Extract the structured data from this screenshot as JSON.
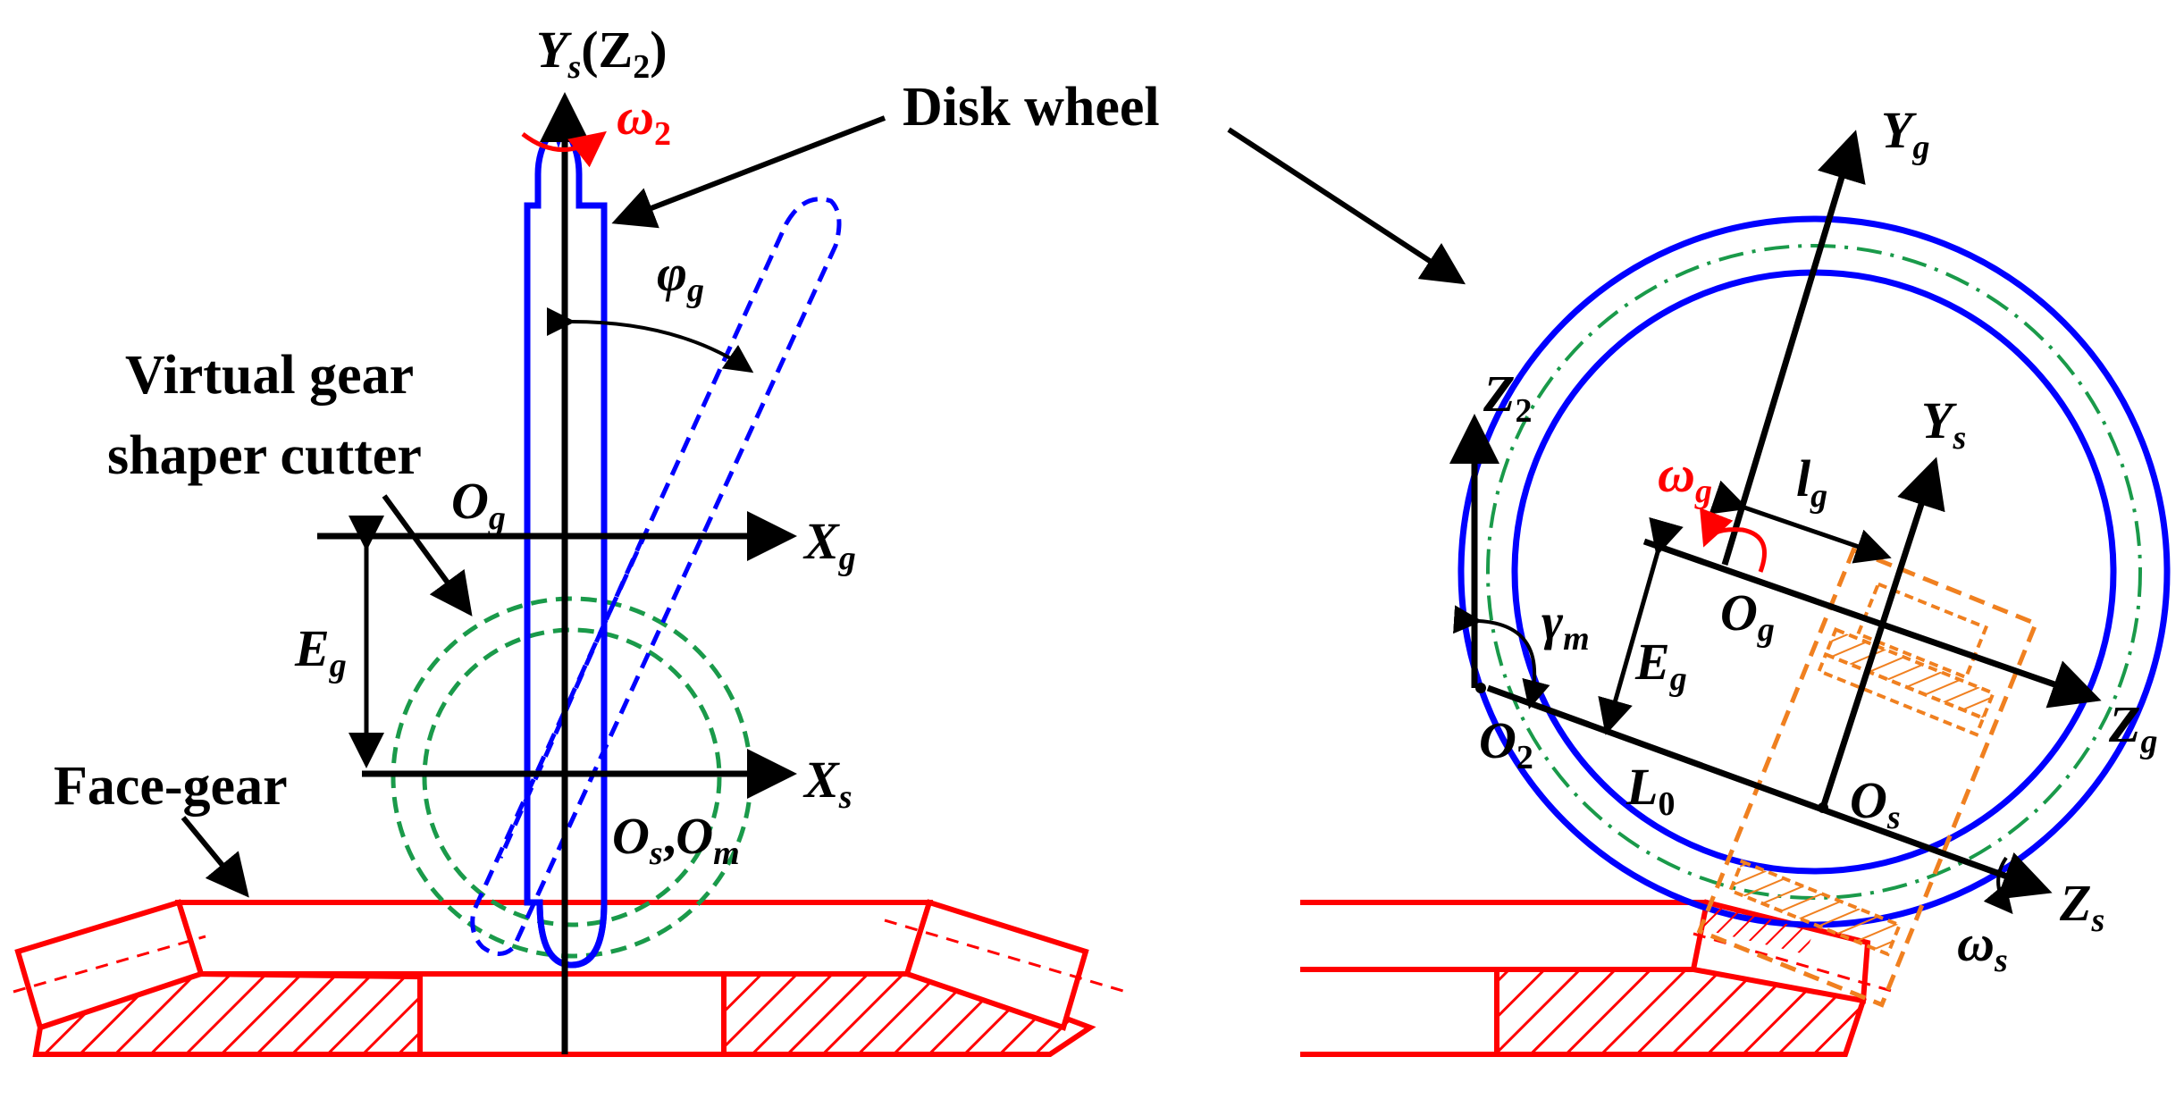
{
  "colors": {
    "blue": "#0000ff",
    "red": "#ff0000",
    "green": "#1a9a4a",
    "orange": "#f08020",
    "black": "#000000"
  },
  "title_label": "Disk wheel",
  "left_labels": {
    "virtual_cutter_line1": "Virtual gear",
    "virtual_cutter_line2": "shaper cutter",
    "face_gear": "Face-gear",
    "ys_main": "Y",
    "ys_sub": "s",
    "ys_paren": "(Z",
    "ys_paren_sub": "2",
    "ys_close": ")",
    "omega2_main": "ω",
    "omega2_sub": "2",
    "phig_main": "φ",
    "phig_sub": "g",
    "og_main": "O",
    "og_sub": "g",
    "xg_main": "X",
    "xg_sub": "g",
    "eg_main": "E",
    "eg_sub": "g",
    "xs_main": "X",
    "xs_sub": "s",
    "osom_a": "O",
    "osom_a_sub": "s",
    "osom_comma": ",",
    "osom_b": "O",
    "osom_b_sub": "m"
  },
  "right_labels": {
    "yg_main": "Y",
    "yg_sub": "g",
    "ys_main": "Y",
    "ys_sub": "s",
    "z2_main": "Z",
    "z2_sub": "2",
    "omegag_main": "ω",
    "omegag_sub": "g",
    "lg_main": "l",
    "lg_sub": "g",
    "og_main": "O",
    "og_sub": "g",
    "gamma_main": "γ",
    "gamma_sub": "m",
    "eg_main": "E",
    "eg_sub": "g",
    "zg_main": "Z",
    "zg_sub": "g",
    "o2_main": "O",
    "o2_sub": "2",
    "l0_main": "L",
    "l0_sub": "0",
    "os_main": "O",
    "os_sub": "s",
    "zs_main": "Z",
    "zs_sub": "s",
    "omegas_main": "ω",
    "omegas_sub": "s"
  }
}
